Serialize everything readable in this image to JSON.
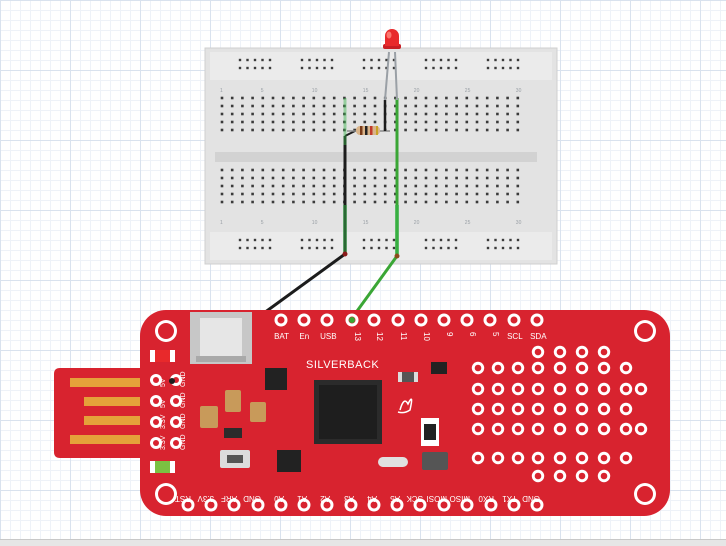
{
  "board": {
    "title": "SILVERBACK",
    "top_pins": [
      "BAT",
      "En",
      "USB",
      "13",
      "12",
      "11",
      "10",
      "9",
      "6",
      "5",
      "SCL",
      "SDA"
    ],
    "bottom_pins": [
      "RST",
      "3.3V",
      "ARF",
      "GND",
      "A0",
      "A1",
      "A2",
      "A3",
      "A4",
      "A5",
      "SCK",
      "MOSI",
      "MISO",
      "RX0",
      "TX1",
      "GND"
    ],
    "side_pins": [
      "5V",
      "GND",
      "5V",
      "GND",
      "3.3V",
      "GND",
      "3.3V",
      "GND"
    ]
  },
  "breadboard": {
    "column_numbers": [
      "1",
      "5",
      "10",
      "15",
      "20",
      "25",
      "30"
    ]
  },
  "colors": {
    "board_red": "#d8232f",
    "wire_black": "#1c1c1c",
    "wire_green": "#3aa635",
    "led_red": "#e8292b"
  },
  "components": [
    "breadboard",
    "red-led",
    "resistor",
    "black-wire",
    "green-wire",
    "silverback-board"
  ]
}
